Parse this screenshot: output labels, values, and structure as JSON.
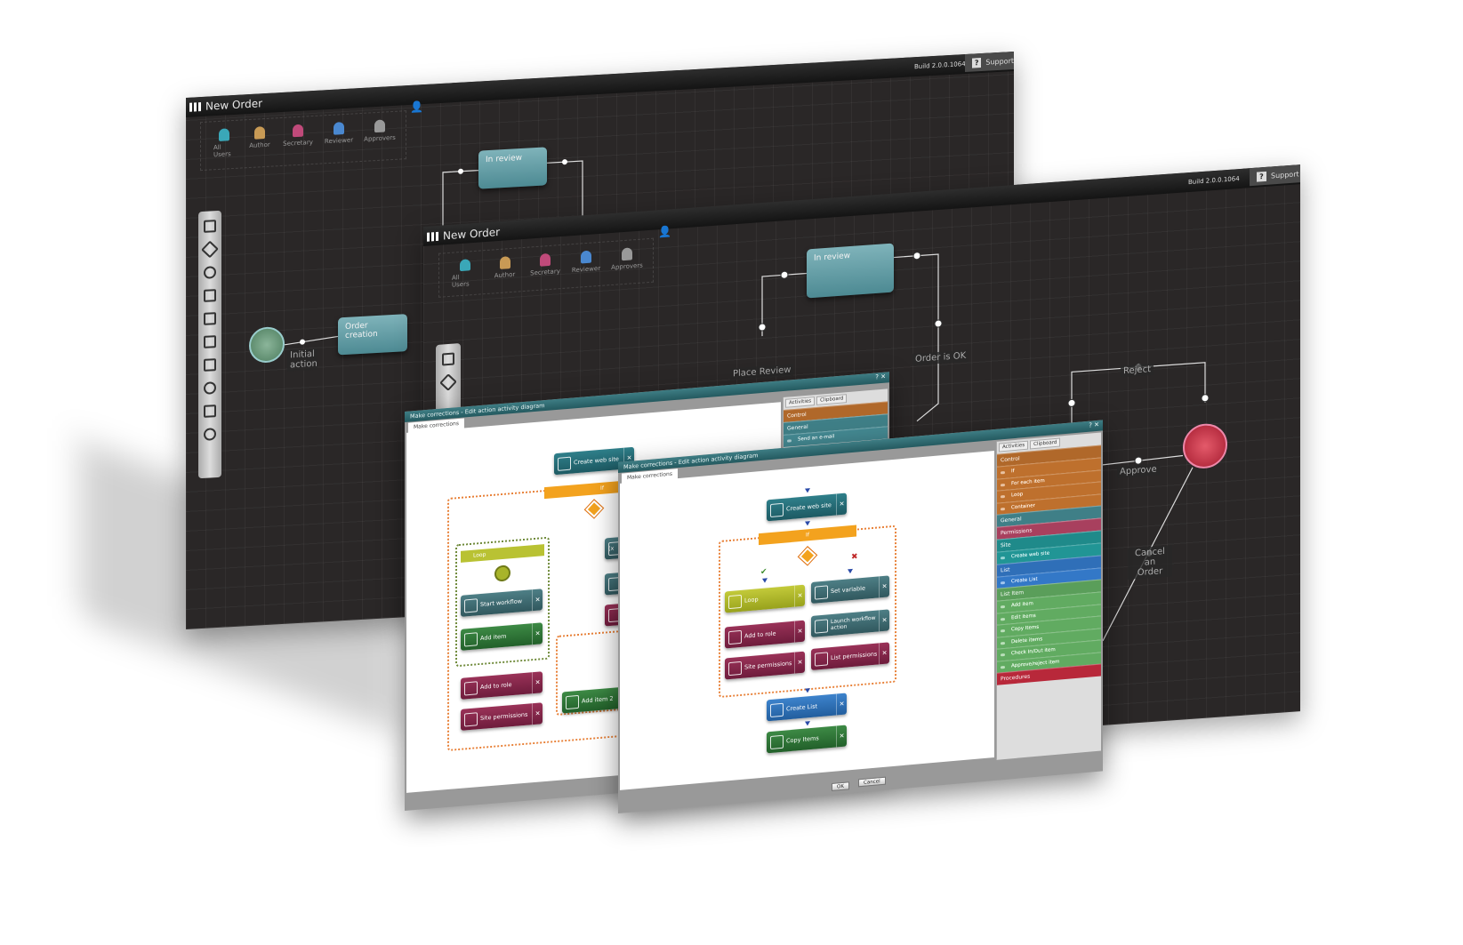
{
  "app": {
    "title": "New Order",
    "build": "Build 2.0.0.1064",
    "support": "Support",
    "support_icon": "?"
  },
  "roles": [
    "All Users",
    "Author",
    "Secretary",
    "Reviewer",
    "Approvers"
  ],
  "role_colors": [
    "#3aa7b8",
    "#c89a55",
    "#c04a7a",
    "#4a88d0",
    "#999999"
  ],
  "back_diagram": {
    "in_review": "In review",
    "order_creation": "Order creation",
    "initial_action": "Initial action"
  },
  "front_diagram": {
    "in_review": "In review",
    "place_review": "Place Review",
    "order_ok": "Order is OK",
    "reject": "Reject",
    "approve": "Approve",
    "cancel": "Cancel an Order"
  },
  "dialog": {
    "title": "Make corrections - Edit action activity diagram",
    "tab": "Make corrections",
    "controls": "? ✕",
    "ok": "OK",
    "cancel": "Cancel"
  },
  "palette": {
    "tabs": [
      "Activities",
      "Clipboard"
    ],
    "sections": [
      {
        "name": "Control",
        "color": "#b0682a",
        "items": [
          "If",
          "For each item",
          "Loop",
          "Container"
        ]
      },
      {
        "name": "General",
        "color": "#3f7f87",
        "items": []
      },
      {
        "name": "Permissions",
        "color": "#a8405e",
        "items": []
      },
      {
        "name": "Site",
        "color": "#1f8a8a",
        "items": [
          "Create web site"
        ]
      },
      {
        "name": "List",
        "color": "#2f6fb8",
        "items": [
          "Create List"
        ]
      },
      {
        "name": "List Item",
        "color": "#5a9e5a",
        "items": [
          "Add item",
          "Edit items",
          "Copy Items",
          "Delete items",
          "Check In/Out item",
          "Approve/reject item"
        ]
      },
      {
        "name": "Procedures",
        "color": "#b8283a",
        "items": []
      }
    ],
    "back_sections": [
      {
        "name": "Control",
        "color": "#b0682a",
        "items": []
      },
      {
        "name": "General",
        "color": "#3f7f87",
        "items": [
          "Send an e-mail"
        ]
      }
    ]
  },
  "front_blocks": {
    "create_web_site": "Create web site",
    "if": "If",
    "loop": "Loop",
    "set_variable": "Set variable",
    "add_to_role": "Add to role",
    "launch_workflow": "Launch workflow action",
    "site_permissions": "Site permissions",
    "list_permissions": "List permissions",
    "create_list": "Create List",
    "copy_items": "Copy Items"
  },
  "back_blocks": {
    "create_web_site": "Create web site",
    "if": "If",
    "loop": "Loop",
    "start_workflow": "Start workflow",
    "add_item": "Add item",
    "add_to_role": "Add to role",
    "site_permissions": "Site permissions",
    "add_item_2": "Add item 2",
    "set_variable_partial": "(x"
  },
  "edit_glyph": "✎ ✕"
}
